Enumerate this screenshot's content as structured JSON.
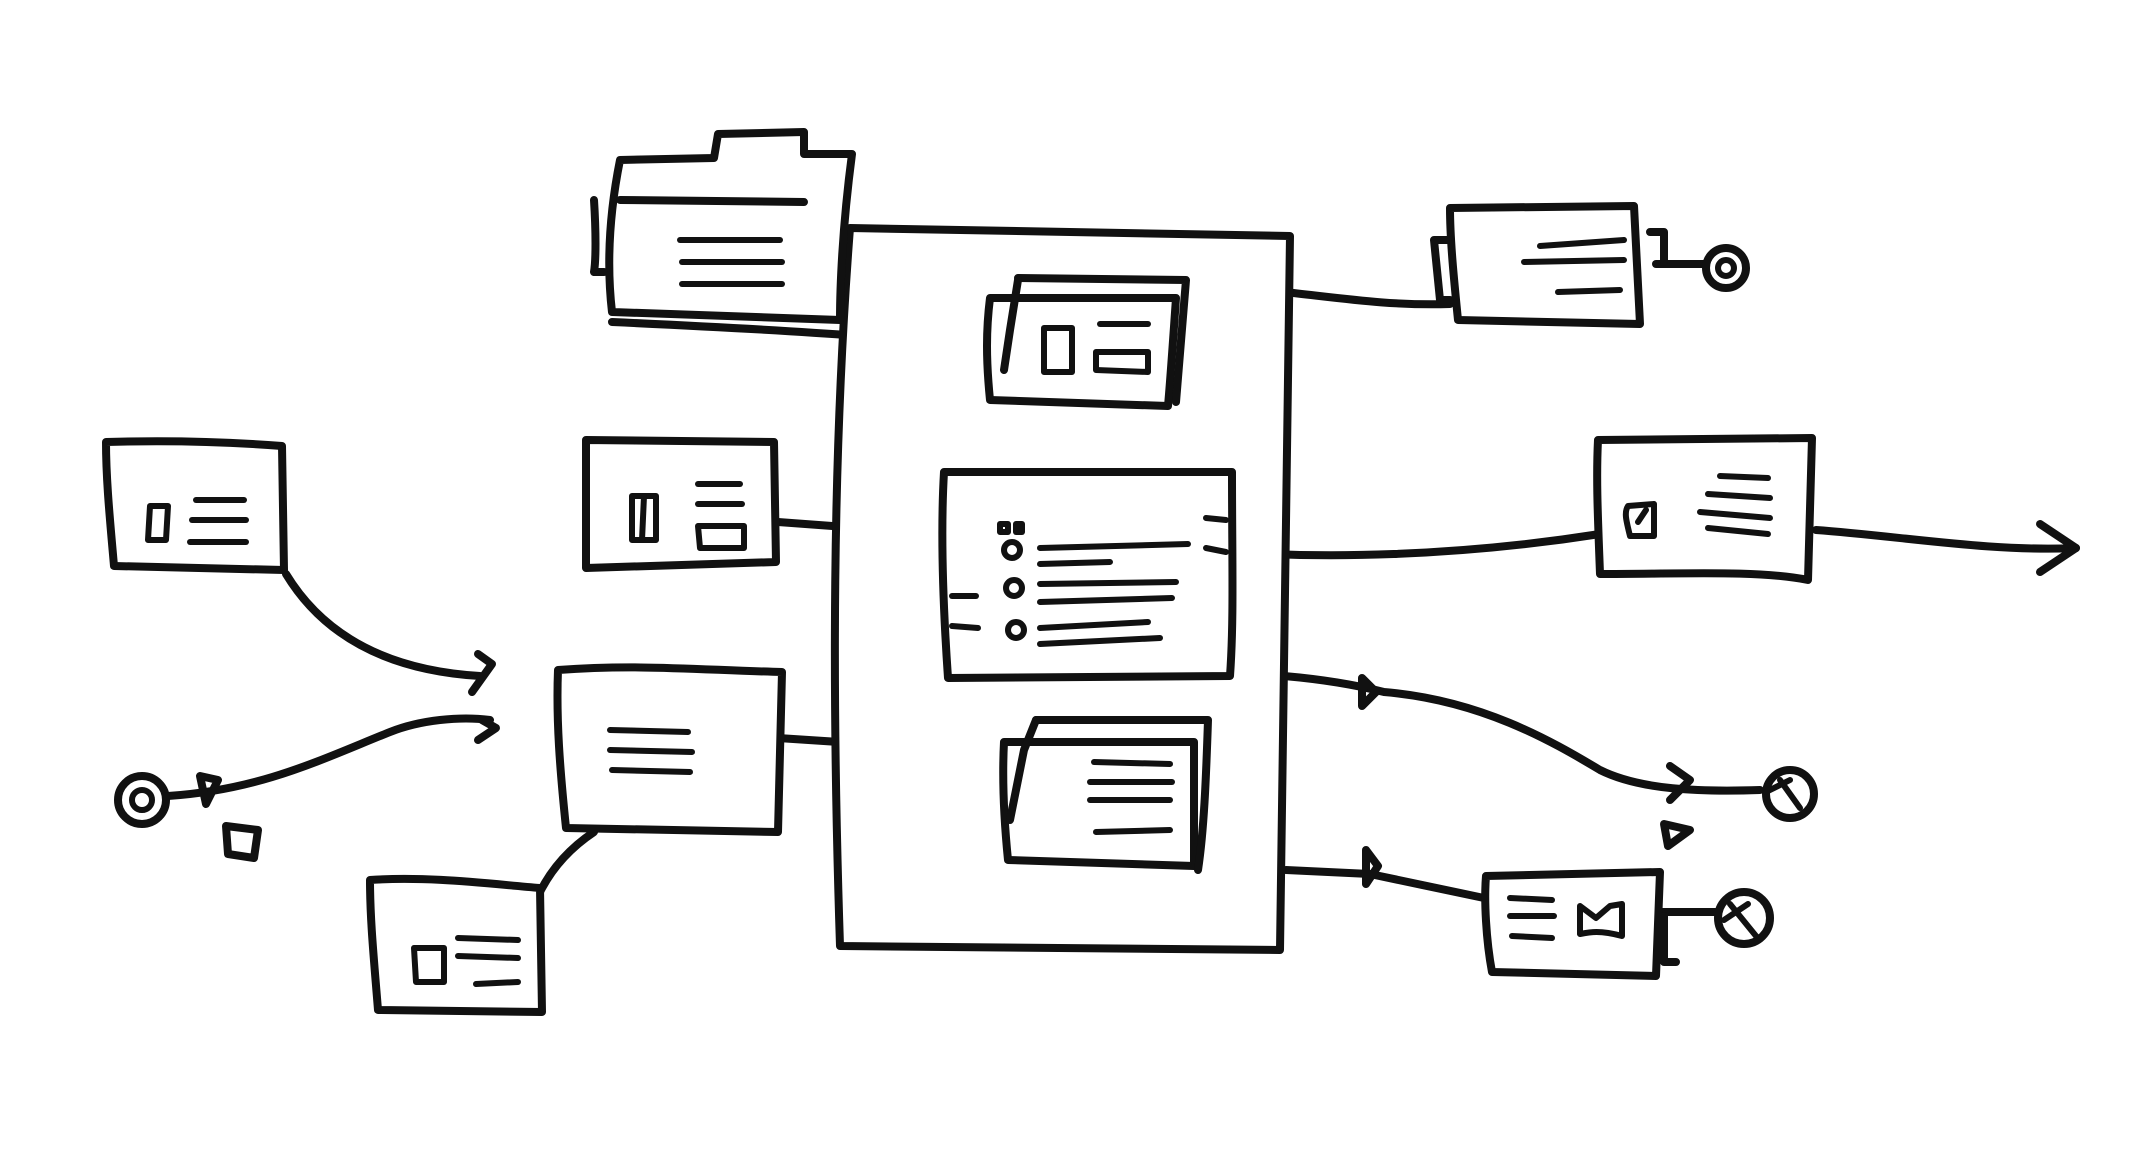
{
  "diagram": {
    "labels": [],
    "colors": {
      "ink": "#111111",
      "paper": "#ffffff"
    },
    "style": "hand-drawn black line sketch, no text",
    "components": {
      "main_container": "large-rectangle",
      "top_left_card": "folder-icon",
      "top_inner_card": "document-icon",
      "center_card": "list-icon",
      "lower_inner_card": "document-icon",
      "left_top_card": "document-icon",
      "left_bottom_card": "document-icon",
      "left_stack_card": "document-icon",
      "mid_left_card": "document-icon",
      "right_top_card": "document-icon",
      "right_mid_card": "document-icon",
      "right_bottom_card": "envelope-icon",
      "endpoints": [
        "circle-node",
        "circle-node",
        "blocked-circle-node",
        "blocked-circle-node"
      ]
    }
  }
}
